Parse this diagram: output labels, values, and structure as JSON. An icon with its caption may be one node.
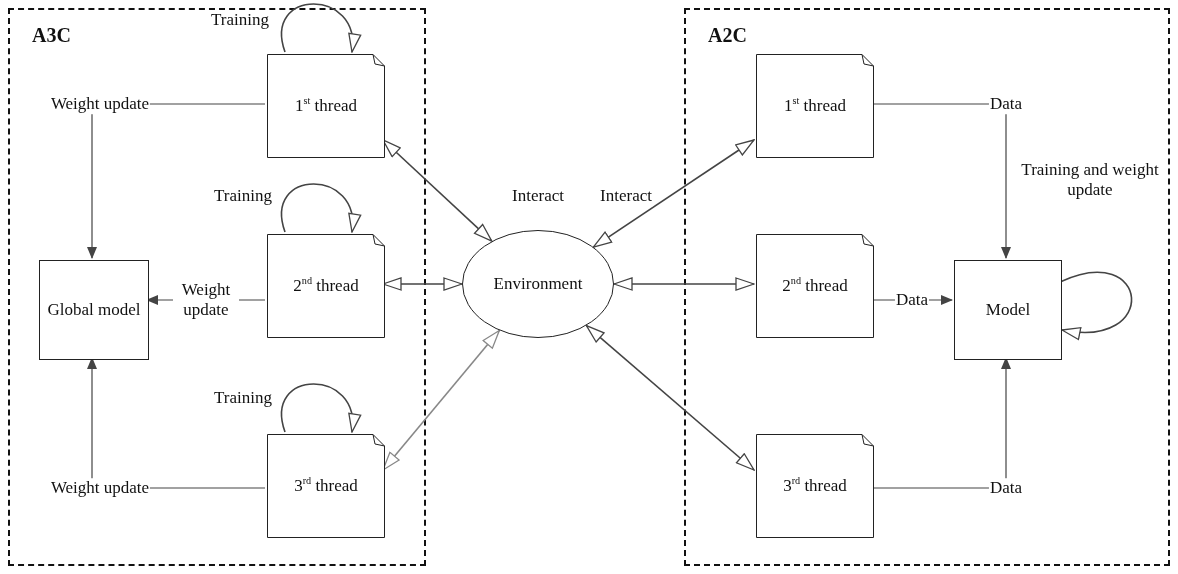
{
  "diagram": {
    "nodes": [
      {
        "text": [
          "A3C"
        ]
      },
      {
        "text": [
          "1$^{st}$ thread"
        ],
        "in": 0
      },
      {
        "text": [
          "2$^{nd}$ thread"
        ],
        "in": 0
      },
      {
        "text": [
          "3$^{rd}$ thread"
        ],
        "in": 0
      },
      {
        "text": [
          "Global model"
        ],
        "in": 0
      },
      {
        "text": [
          "Environment"
        ]
      },
      {
        "text": [
          "A2C"
        ]
      },
      {
        "text": [
          "1$^{st}$ thread"
        ],
        "in": 6
      },
      {
        "text": [
          "2$^{nd}$ thread"
        ],
        "in": 6
      },
      {
        "text": [
          "3$^{rd}$ thread"
        ],
        "in": 6
      },
      {
        "text": [
          "Model"
        ],
        "in": 6
      }
    ],
    "edges": [
      {
        "from": 1,
        "to": 1,
        "arrow": "to",
        "label": "Training"
      },
      {
        "from": 2,
        "to": 2,
        "arrow": "to",
        "label": "Training"
      },
      {
        "from": 3,
        "to": 3,
        "arrow": "to",
        "label": "Training"
      },
      {
        "from": 1,
        "to": 4,
        "arrow": "to",
        "label": "Weight update"
      },
      {
        "from": 2,
        "to": 4,
        "arrow": "to",
        "label": "Weight update"
      },
      {
        "from": 3,
        "to": 4,
        "arrow": "to",
        "label": "Weight update"
      },
      {
        "from": 1,
        "to": 5,
        "arrow": "both",
        "label": "Interact"
      },
      {
        "from": 2,
        "to": 5,
        "arrow": "both"
      },
      {
        "from": 3,
        "to": 5,
        "arrow": "both",
        "color": "#888888"
      },
      {
        "from": 5,
        "to": 7,
        "arrow": "both",
        "label": "Interact"
      },
      {
        "from": 5,
        "to": 8,
        "arrow": "both"
      },
      {
        "from": 5,
        "to": 9,
        "arrow": "both"
      },
      {
        "from": 7,
        "to": 10,
        "arrow": "to",
        "label": "Data"
      },
      {
        "from": 8,
        "to": 10,
        "arrow": "to",
        "label": "Data"
      },
      {
        "from": 9,
        "to": 10,
        "arrow": "to",
        "label": "Data"
      },
      {
        "from": 10,
        "to": 10,
        "arrow": "to"
      }
    ],
    "labels": [
      "Training and weight update"
    ]
  }
}
